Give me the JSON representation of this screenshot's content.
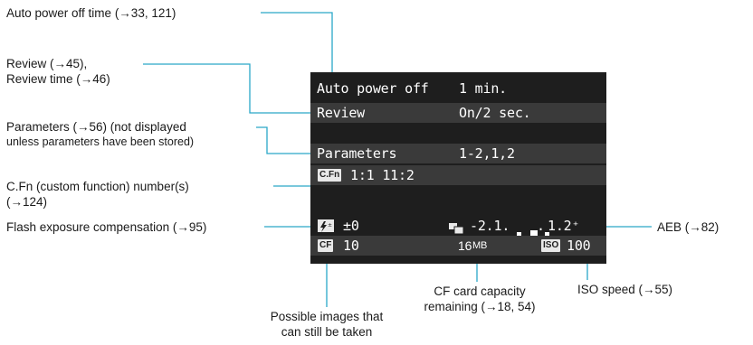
{
  "annotations": {
    "auto_power_off": "Auto power off time (→33, 121)",
    "review_line1": "Review (→45),",
    "review_line2": "Review time (→46)",
    "parameters_line1": "Parameters (→56) (not displayed",
    "parameters_line2": "unless parameters have been stored)",
    "cfn_line1": "C.Fn (custom function) number(s)",
    "cfn_line2": "(→124)",
    "flash_comp": "Flash exposure compensation (→95)",
    "aeb": "AEB (→82)",
    "iso": "ISO speed (→55)",
    "cf_capacity_line1": "CF card capacity",
    "cf_capacity_line2": "remaining  (→18, 54)",
    "possible_images_line1": "Possible images that",
    "possible_images_line2": "can still be taken"
  },
  "screen": {
    "auto_power_off_label": "Auto power off",
    "auto_power_off_value": "1 min.",
    "review_label": "Review",
    "review_value": "On/2 sec.",
    "parameters_label": "Parameters",
    "parameters_value": "1-2,1,2",
    "cfn_icon": "C.Fn",
    "cfn_values": "1:1 11:2",
    "flash_comp_value": "±0",
    "aeb_value": "-2.1.",
    "aeb_value_b": ".",
    "aeb_value_c": "1.2⁺",
    "cf_icon": "CF",
    "images_remaining": "10",
    "cf_capacity": "16",
    "cf_capacity_unit": "MB",
    "iso_icon": "ISO",
    "iso_value": "100"
  },
  "icons": {
    "flash_comp": "flash-exposure-compensation-icon",
    "aeb": "aeb-icon",
    "cf_card": "cf-card-icon",
    "iso": "iso-icon",
    "cfn": "cfn-icon"
  },
  "colors": {
    "leader_line": "#2aa8c8",
    "screen_bg": "#1e1e1e",
    "screen_row_alt": "#3a3a3a"
  }
}
